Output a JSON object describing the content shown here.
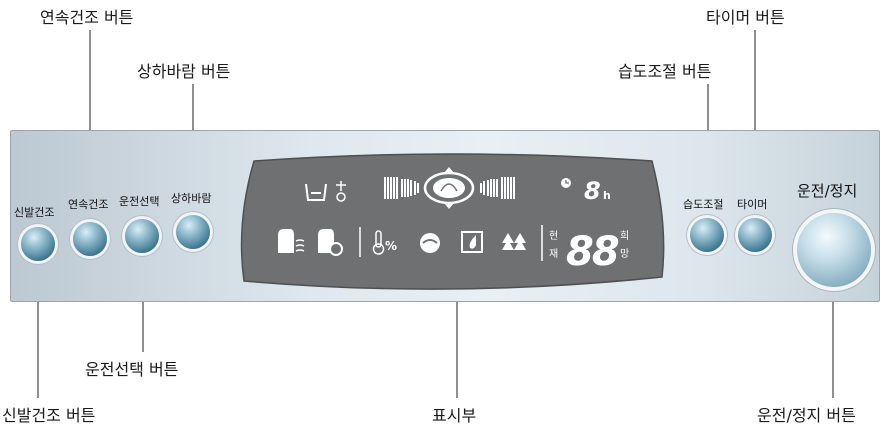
{
  "callouts": {
    "continuous_dry": "연속건조 버튼",
    "swing": "상하바람 버튼",
    "humidity": "습도조절 버튼",
    "timer": "타이머 버튼",
    "run_select": "운전선택 버튼",
    "shoe_dry": "신발건조 버튼",
    "display": "표시부",
    "run_stop": "운전/정지 버튼"
  },
  "panel": {
    "shoe_dry_label": "신발건조",
    "continuous_dry_label": "연속건조",
    "run_select_label": "운전선택",
    "swing_label": "상하바람",
    "humidity_label": "습도조절",
    "timer_label": "타이머",
    "run_stop_label": "운전/정지"
  },
  "display": {
    "timer_digit": "8",
    "timer_unit": "h",
    "main_digits": "88",
    "current_top": "현",
    "current_bottom": "재",
    "hope_top": "희",
    "hope_bottom": "망",
    "percent_symbol": "%"
  },
  "colors": {
    "display_bg": "#6e7071",
    "button_accent": "#3d7690",
    "panel_tint": "#dfe8ee"
  }
}
